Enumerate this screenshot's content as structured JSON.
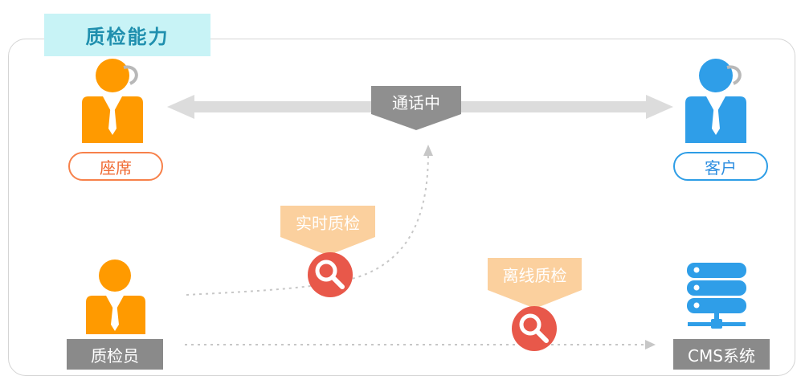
{
  "title": "质检能力",
  "nodes": {
    "agent": "座席",
    "customer": "客户",
    "inspector": "质检员",
    "cms": "CMS系统"
  },
  "call_label": "通话中",
  "realtime_label": "实时质检",
  "offline_label": "离线质检",
  "colors": {
    "agent": "#ff9a00",
    "customer": "#2f9ee8",
    "title_bg": "#c8f3f6",
    "title_text": "#1f8fae",
    "tag_grey": "#8a8a8a",
    "pennant": "#fbd09e",
    "search_red": "#e8584a"
  },
  "icons": [
    "headset-person-icon",
    "search-icon",
    "server-icon"
  ]
}
